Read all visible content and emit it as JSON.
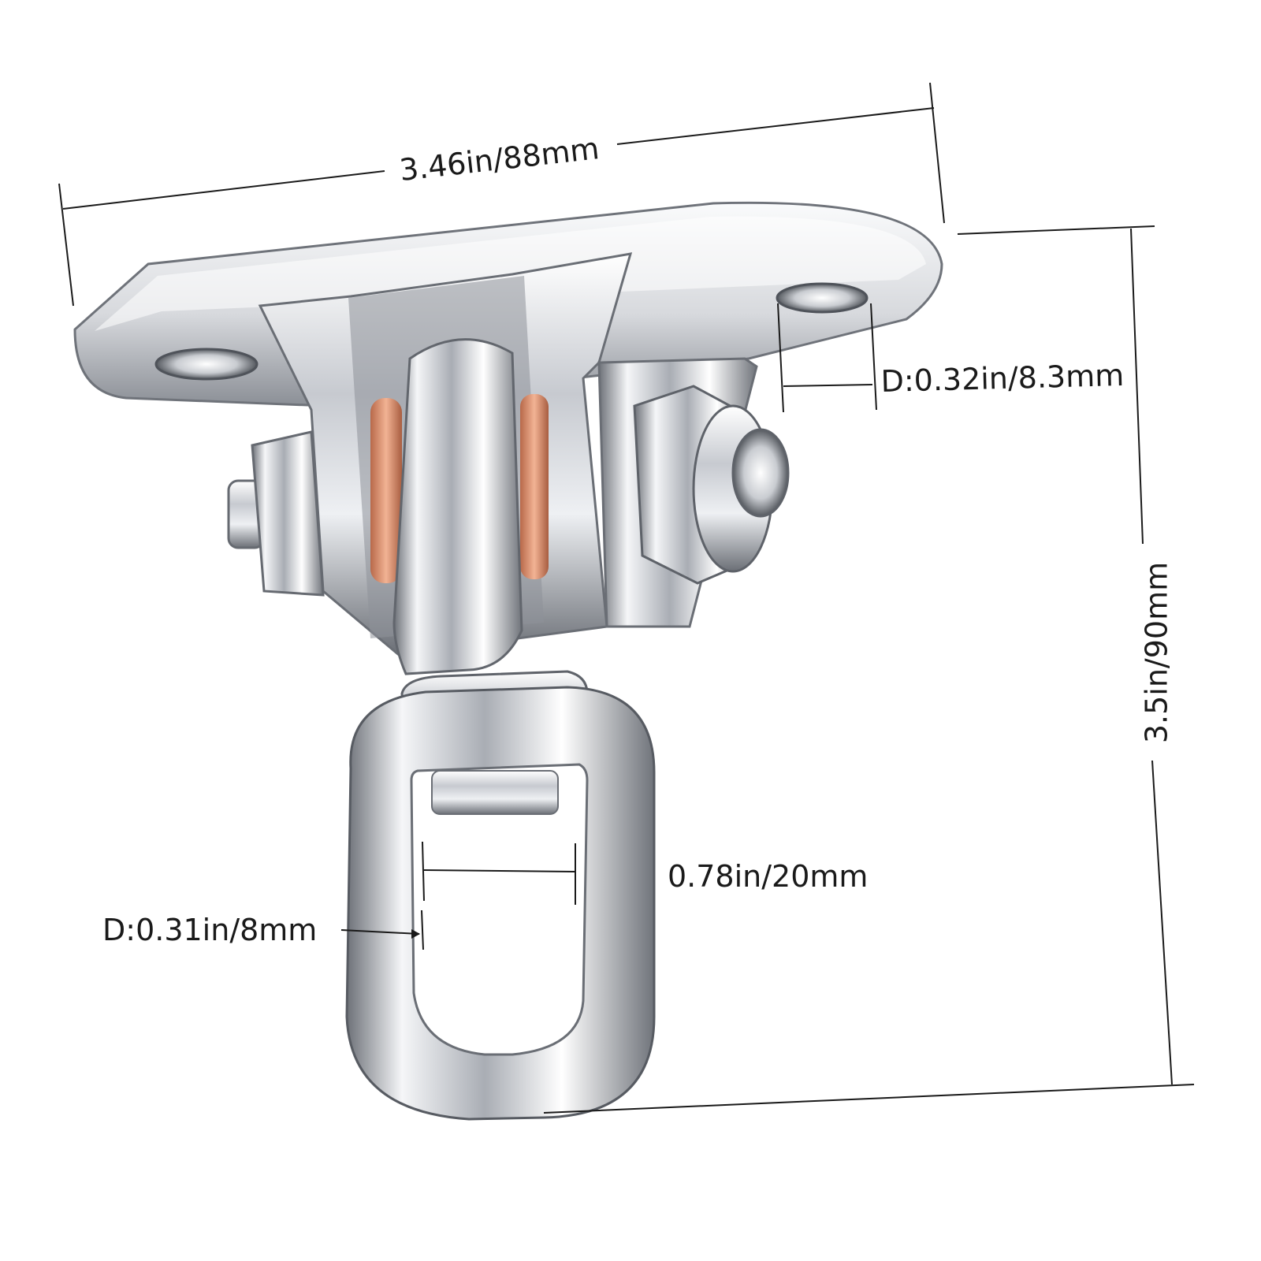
{
  "dimensions": {
    "width": "3.46in/88mm",
    "height": "3.5in/90mm",
    "mount_hole_diameter": "D:0.32in/8.3mm",
    "ring_inner_width": "0.78in/20mm",
    "ring_wire_diameter": "D:0.31in/8mm"
  },
  "colors": {
    "steel_light": "#f4f5f7",
    "steel_mid": "#b9bcc2",
    "steel_dark": "#5c6068",
    "bushing": "#d9906a",
    "line": "#1a1a1a"
  }
}
